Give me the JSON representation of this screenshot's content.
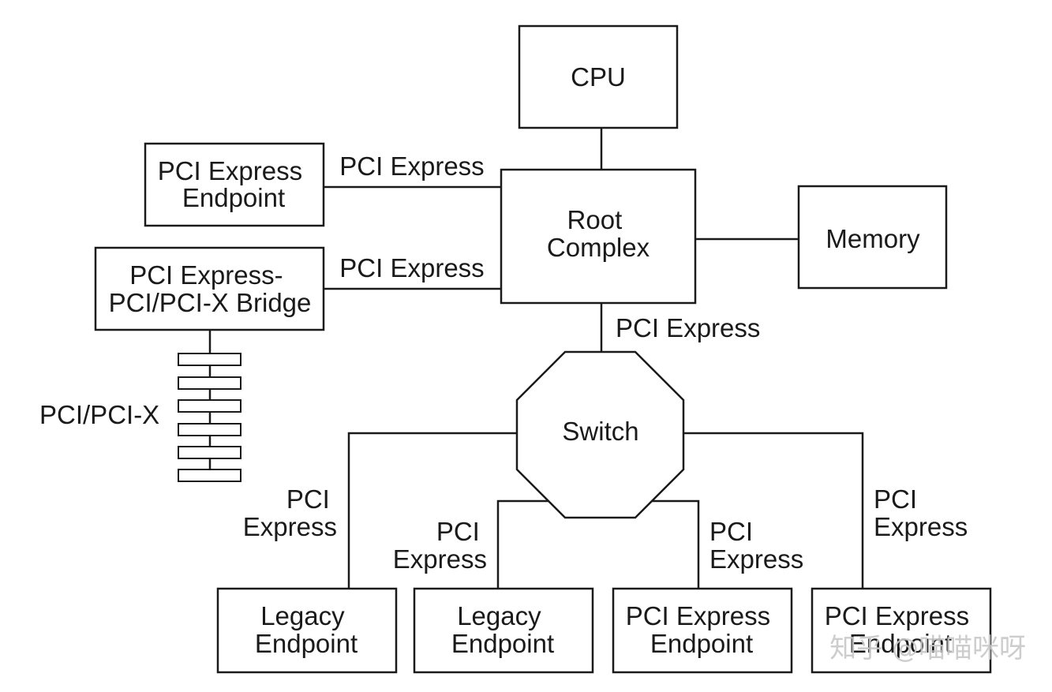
{
  "nodes": {
    "cpu": [
      "CPU"
    ],
    "root_complex": [
      "Root",
      "Complex"
    ],
    "memory": [
      "Memory"
    ],
    "endpoint_top_left": [
      "PCI Express",
      "Endpoint"
    ],
    "bridge": [
      "PCI Express-",
      "PCI/PCI-X Bridge"
    ],
    "switch": [
      "Switch"
    ],
    "legacy_endpoint_1": [
      "Legacy",
      "Endpoint"
    ],
    "legacy_endpoint_2": [
      "Legacy",
      "Endpoint"
    ],
    "pcie_endpoint_3": [
      "PCI Express",
      "Endpoint"
    ],
    "pcie_endpoint_4": [
      "PCI Express",
      "Endpoint"
    ]
  },
  "links": {
    "endpoint_to_root": [
      "PCI Express"
    ],
    "bridge_to_root": [
      "PCI Express"
    ],
    "root_to_switch": [
      "PCI Express"
    ],
    "switch_to_legacy_1": [
      "PCI",
      "Express"
    ],
    "switch_to_legacy_2": [
      "PCI",
      "Express"
    ],
    "switch_to_endpoint_3": [
      "PCI",
      "Express"
    ],
    "switch_to_endpoint_4": [
      "PCI",
      "Express"
    ],
    "pci_bus": [
      "PCI/PCI-X"
    ]
  },
  "watermark": "知乎 @喵喵咪呀"
}
